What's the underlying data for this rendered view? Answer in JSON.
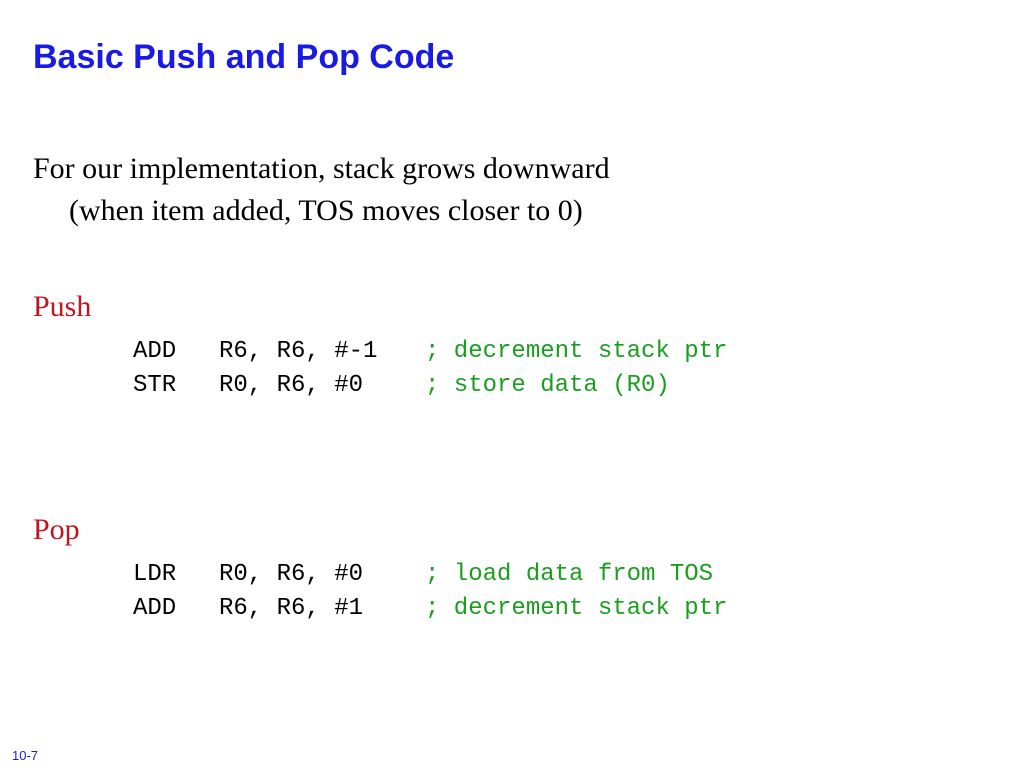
{
  "slide": {
    "title": "Basic Push and Pop Code",
    "intro": {
      "line1": "For our implementation, stack grows downward",
      "line2": "(when item added, TOS moves closer to 0)"
    },
    "push": {
      "heading": "Push",
      "lines": [
        {
          "op": "ADD",
          "args": "R6, R6, #-1",
          "comment": "; decrement stack ptr"
        },
        {
          "op": "STR",
          "args": "R0, R6, #0",
          "comment": "; store data (R0)"
        }
      ]
    },
    "pop": {
      "heading": "Pop",
      "lines": [
        {
          "op": "LDR",
          "args": "R0, R6, #0",
          "comment": "; load data from TOS"
        },
        {
          "op": "ADD",
          "args": "R6, R6, #1",
          "comment": "; decrement stack ptr"
        }
      ]
    },
    "page_number": "10-7"
  },
  "colors": {
    "title": "#1a1ae6",
    "section_heading": "#c0141e",
    "comment": "#1b9e20",
    "body": "#000000"
  }
}
